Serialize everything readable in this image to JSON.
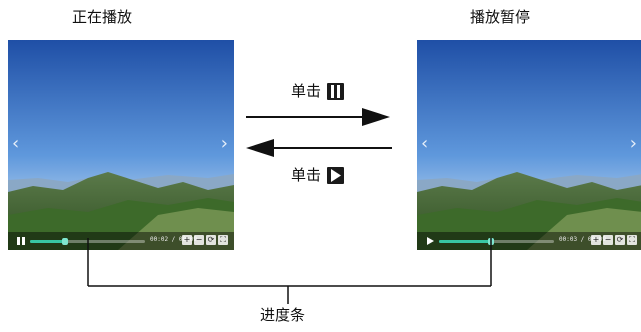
{
  "titles": {
    "playing": "正在播放",
    "paused": "播放暂停"
  },
  "actions": {
    "tap_pause": "单击",
    "tap_play": "单击"
  },
  "icons": {
    "pause": "pause-icon",
    "play": "play-icon"
  },
  "video_left": {
    "time": "00:02 / 00:09",
    "progress": 0.3,
    "nav_prev": "‹",
    "nav_next": "›",
    "buttons": [
      "+",
      "−",
      "⟳",
      "⛶"
    ]
  },
  "video_right": {
    "time": "00:03 / 00:09",
    "progress": 0.45,
    "nav_prev": "‹",
    "nav_next": "›",
    "buttons": [
      "+",
      "−",
      "⟳",
      "⛶"
    ]
  },
  "callout": {
    "progress_bar_label": "进度条"
  },
  "colors": {
    "progress_fill": "#38c7a4",
    "arrow": "#111111",
    "sky_top": "#2f64b8",
    "mountain": "#3e5f2c"
  }
}
